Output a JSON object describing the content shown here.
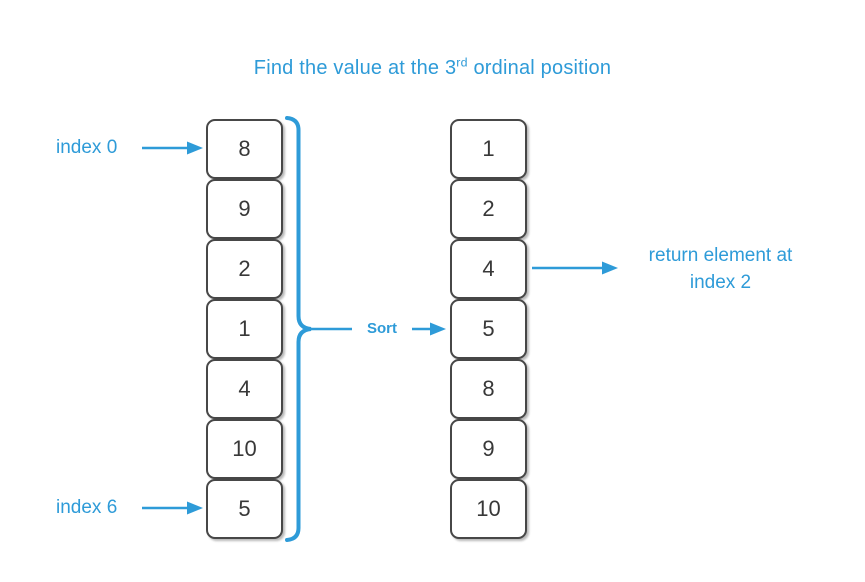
{
  "title": {
    "text_before_sup": "Find the value at the 3",
    "sup": "rd",
    "text_after_sup": " ordinal position"
  },
  "arrays": {
    "unsorted": {
      "values": [
        "8",
        "9",
        "2",
        "1",
        "4",
        "10",
        "5"
      ]
    },
    "sorted": {
      "values": [
        "1",
        "2",
        "4",
        "5",
        "8",
        "9",
        "10"
      ]
    }
  },
  "annotations": {
    "index_top_label": "index 0",
    "index_bottom_label": "index 6",
    "sort_label": "Sort",
    "return_label_line1": "return element at",
    "return_label_line2": "index 2"
  },
  "colors": {
    "accent_blue": "#2E9BD8",
    "box_border": "#474747",
    "box_fill": "#FFFFFF",
    "number_text": "#383838",
    "background": "#FFFFFF"
  }
}
